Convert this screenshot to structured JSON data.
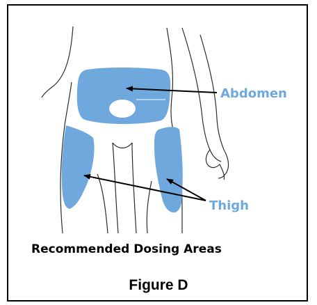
{
  "colors": {
    "area_fill": "#6fa8dc",
    "label_text": "#6fa8dc",
    "outline": "#2b2b2b",
    "arrow": "#000000",
    "border": "#000000"
  },
  "labels": {
    "abdomen": "Abdomen",
    "thigh": "Thigh"
  },
  "caption": "Recommended Dosing Areas",
  "figure_label": "Figure D"
}
